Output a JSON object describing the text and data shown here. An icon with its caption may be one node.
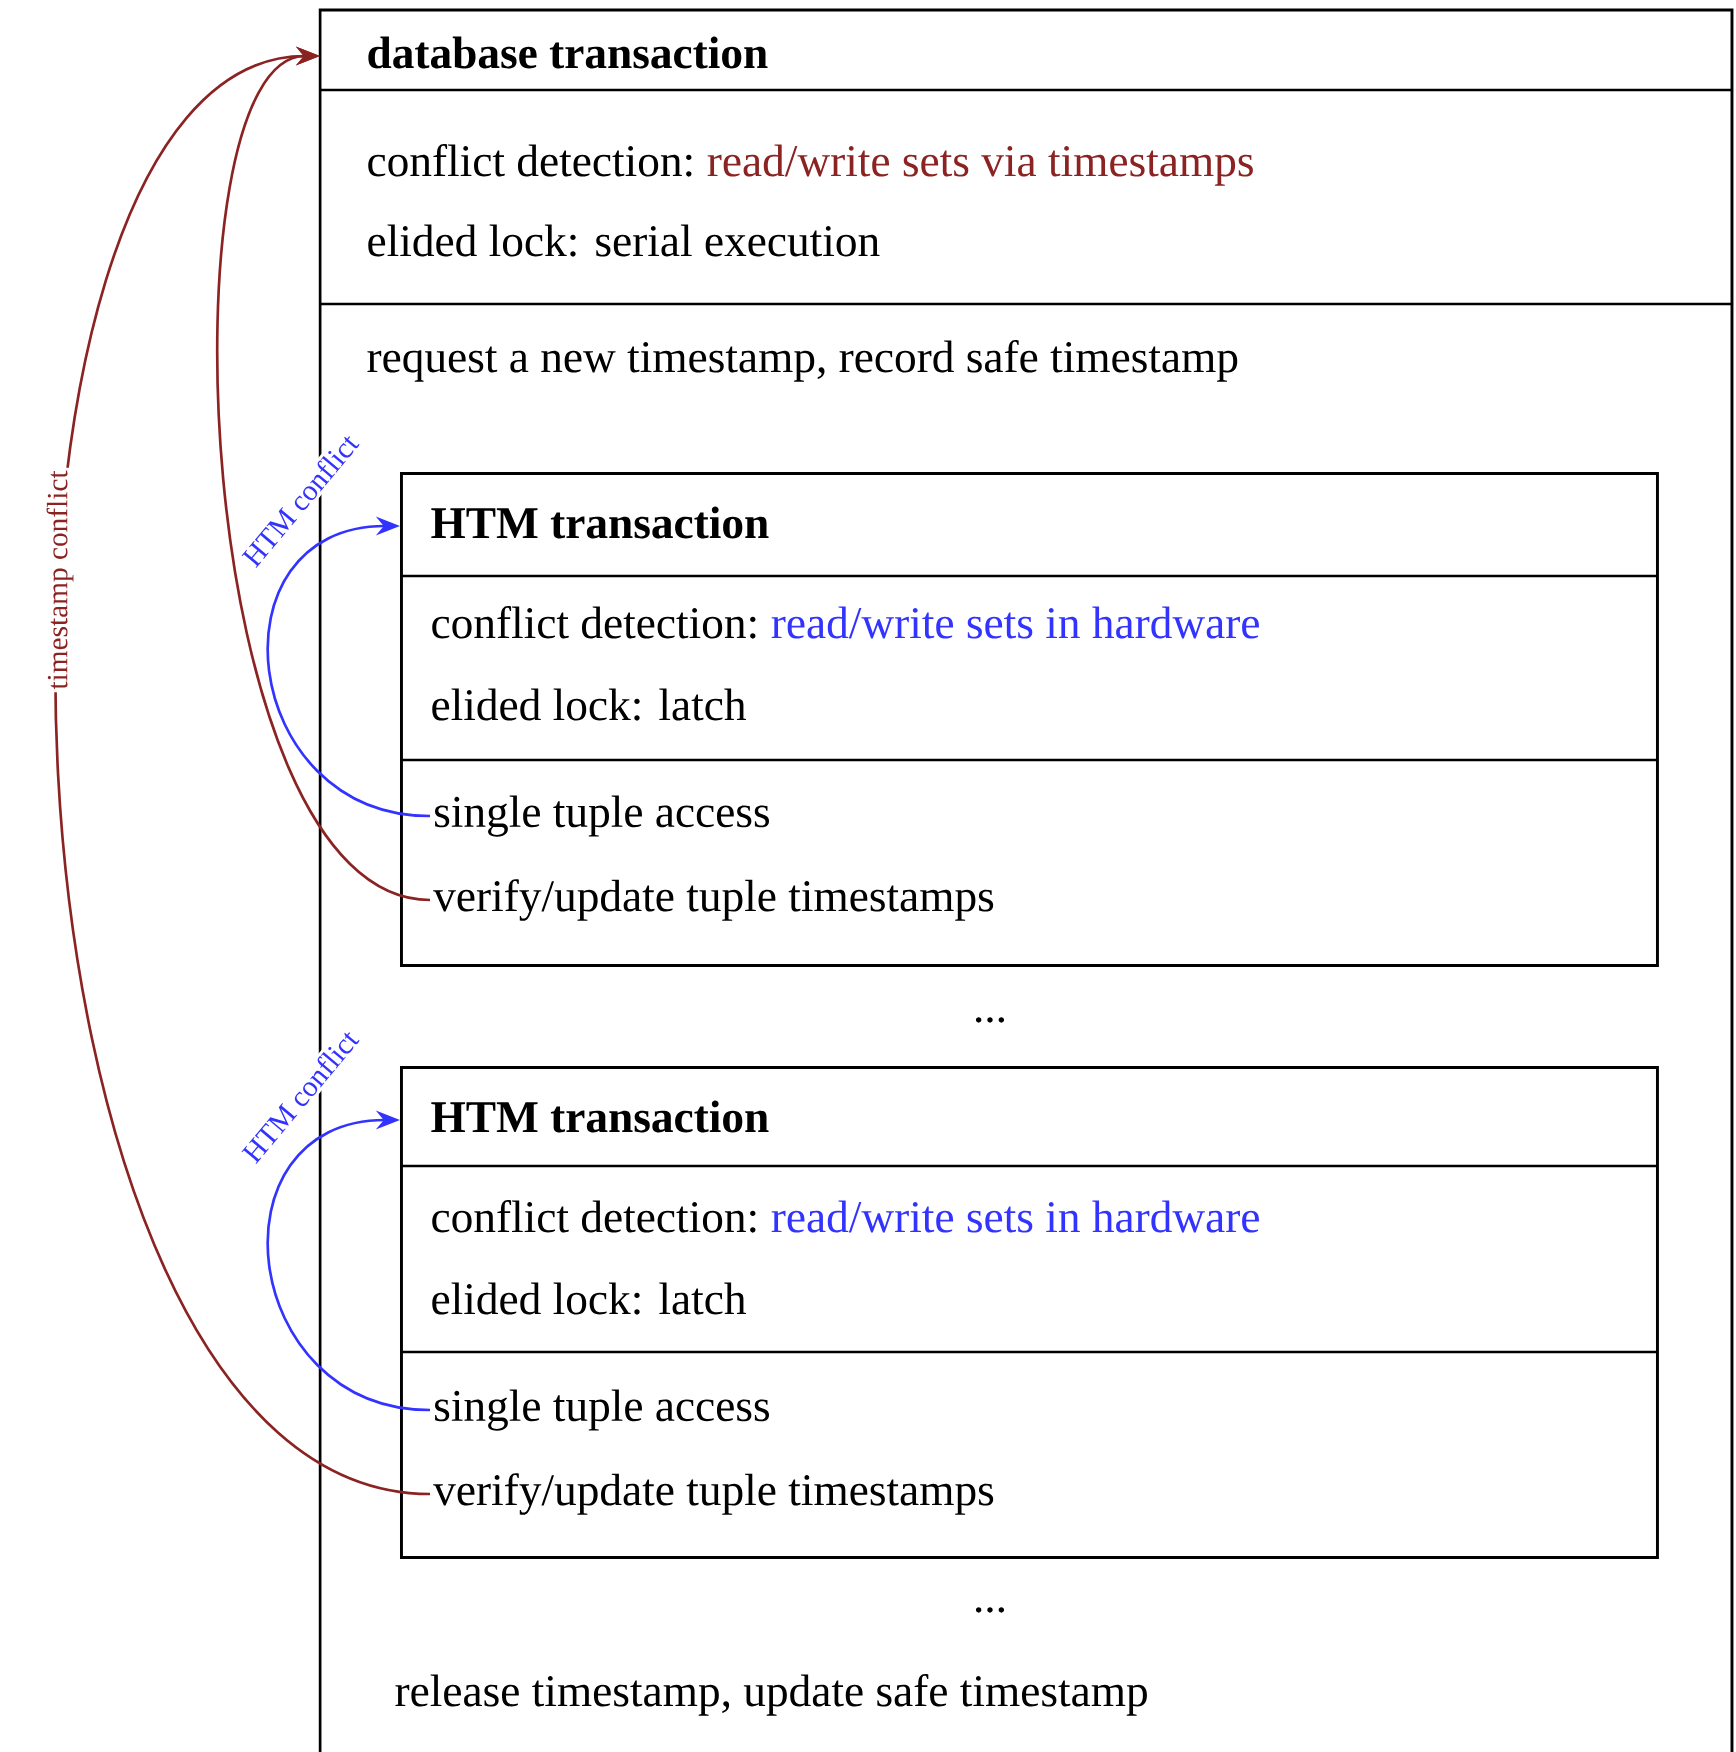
{
  "diagram": {
    "nodes": [
      {
        "text": [
          "database transaction",
          "conflict detection:",
          "read/write sets via timestamps",
          "elided lock: serial execution",
          "request a new timestamp, record safe timestamp",
          "...",
          "...",
          "release timestamp, update safe timestamp"
        ]
      },
      {
        "text": [
          "HTM transaction",
          "conflict detection:",
          "read/write sets in hardware",
          "elided lock: latch"
        ],
        "in": 0
      },
      {
        "text": [
          "single tuple access"
        ],
        "in": 1
      },
      {
        "text": [
          "verify/update tuple timestamps"
        ],
        "in": 1
      },
      {
        "text": [
          "HTM transaction",
          "conflict detection:",
          "read/write sets in hardware",
          "elided lock: latch"
        ],
        "in": 0
      },
      {
        "text": [
          "single tuple access"
        ],
        "in": 4
      },
      {
        "text": [
          "verify/update tuple timestamps"
        ],
        "in": 4
      }
    ],
    "edges": [
      {
        "from": 2,
        "to": 1,
        "arrow": "to",
        "label": "HTM conflict",
        "color": "#3333ff"
      },
      {
        "from": 3,
        "to": 0,
        "arrow": "to",
        "color": "#8b2323"
      },
      {
        "from": 5,
        "to": 4,
        "arrow": "to",
        "label": "HTM conflict",
        "color": "#3333ff"
      },
      {
        "from": 6,
        "to": 0,
        "arrow": "to",
        "label": "timestamp conflict",
        "color": "#8b2323"
      }
    ]
  }
}
